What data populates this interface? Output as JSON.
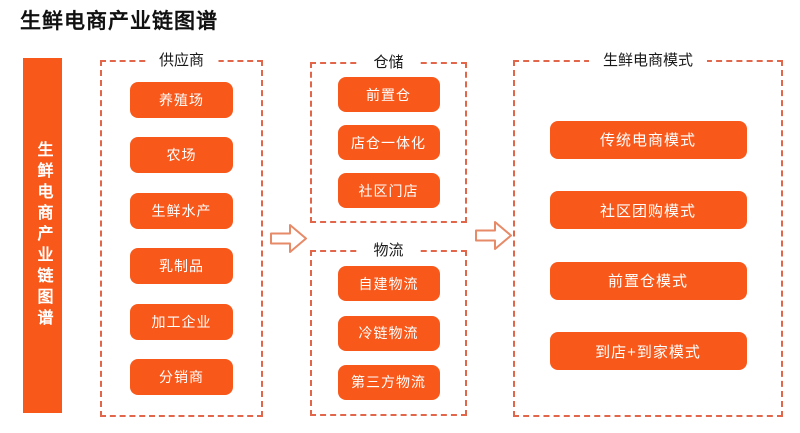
{
  "page": {
    "title": "生鲜电商产业链图谱"
  },
  "sidebar": {
    "label": "生鲜电商产业链图谱"
  },
  "colors": {
    "accent_orange": "#F8591B",
    "dashed_border": "#E2664A",
    "arrow_outline": "#E68A68",
    "heading_text": "#111111",
    "node_text": "#FFFFFF",
    "background": "#FFFFFF"
  },
  "groups": [
    {
      "id": "suppliers",
      "title": "供应商",
      "items": [
        "养殖场",
        "农场",
        "生鲜水产",
        "乳制品",
        "加工企业",
        "分销商"
      ]
    },
    {
      "id": "warehousing",
      "title": "仓储",
      "items": [
        "前置仓",
        "店仓一体化",
        "社区门店"
      ]
    },
    {
      "id": "logistics",
      "title": "物流",
      "items": [
        "自建物流",
        "冷链物流",
        "第三方物流"
      ]
    },
    {
      "id": "ecommerce-models",
      "title": "生鲜电商模式",
      "items": [
        "传统电商模式",
        "社区团购模式",
        "前置仓模式",
        "到店+到家模式"
      ]
    }
  ]
}
